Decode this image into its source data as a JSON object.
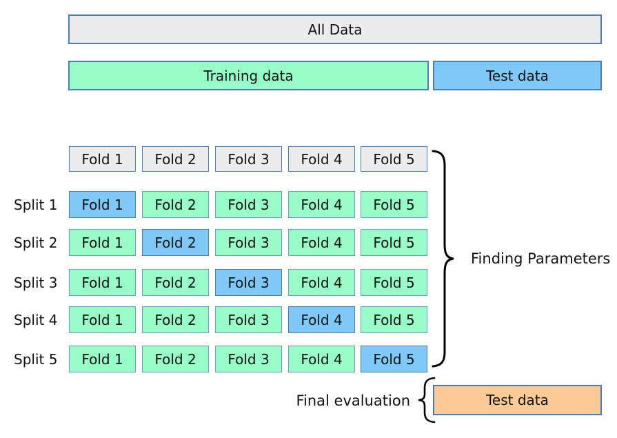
{
  "diagram": {
    "all_data_label": "All Data",
    "training_label": "Training data",
    "test_label": "Test data",
    "fold_headers": [
      "Fold 1",
      "Fold 2",
      "Fold 3",
      "Fold 4",
      "Fold 5"
    ],
    "splits": [
      {
        "label": "Split 1",
        "folds": [
          "Fold 1",
          "Fold 2",
          "Fold 3",
          "Fold 4",
          "Fold 5"
        ],
        "test_fold_index": 0
      },
      {
        "label": "Split 2",
        "folds": [
          "Fold 1",
          "Fold 2",
          "Fold 3",
          "Fold 4",
          "Fold 5"
        ],
        "test_fold_index": 1
      },
      {
        "label": "Split 3",
        "folds": [
          "Fold 1",
          "Fold 2",
          "Fold 3",
          "Fold 4",
          "Fold 5"
        ],
        "test_fold_index": 2
      },
      {
        "label": "Split 4",
        "folds": [
          "Fold 1",
          "Fold 2",
          "Fold 3",
          "Fold 4",
          "Fold 5"
        ],
        "test_fold_index": 3
      },
      {
        "label": "Split 5",
        "folds": [
          "Fold 1",
          "Fold 2",
          "Fold 3",
          "Fold 4",
          "Fold 5"
        ],
        "test_fold_index": 4
      }
    ],
    "brace_label": "Finding Parameters",
    "final_evaluation_label": "Final evaluation",
    "final_test_label": "Test data",
    "colors": {
      "training_green": "#98FCC8",
      "test_blue": "#7EC9F7",
      "header_gray": "#ECECEC",
      "final_orange": "#FBCB95",
      "box_border": "#4A7EBB"
    }
  }
}
